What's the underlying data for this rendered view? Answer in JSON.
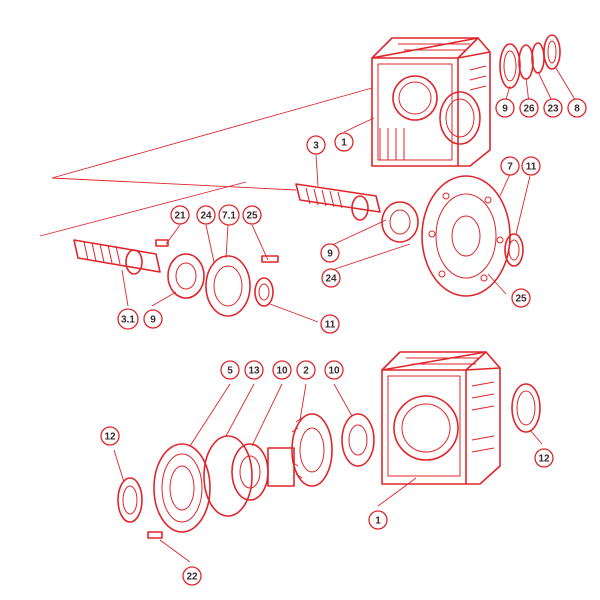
{
  "diagram": {
    "accent_color": "#e0262b",
    "callouts": [
      {
        "id": "c-9-top",
        "label": "9"
      },
      {
        "id": "c-26",
        "label": "26"
      },
      {
        "id": "c-23",
        "label": "23"
      },
      {
        "id": "c-8",
        "label": "8"
      },
      {
        "id": "c-1-top",
        "label": "1"
      },
      {
        "id": "c-3",
        "label": "3"
      },
      {
        "id": "c-7",
        "label": "7"
      },
      {
        "id": "c-11-top",
        "label": "11"
      },
      {
        "id": "c-21",
        "label": "21"
      },
      {
        "id": "c-24-top",
        "label": "24"
      },
      {
        "id": "c-7-1",
        "label": "7.1"
      },
      {
        "id": "c-25-top",
        "label": "25"
      },
      {
        "id": "c-9-mid",
        "label": "9"
      },
      {
        "id": "c-24-mid",
        "label": "24"
      },
      {
        "id": "c-25-right",
        "label": "25"
      },
      {
        "id": "c-3-1",
        "label": "3.1"
      },
      {
        "id": "c-9-left",
        "label": "9"
      },
      {
        "id": "c-11-mid",
        "label": "11"
      },
      {
        "id": "c-5",
        "label": "5"
      },
      {
        "id": "c-13",
        "label": "13"
      },
      {
        "id": "c-10-a",
        "label": "10"
      },
      {
        "id": "c-2",
        "label": "2"
      },
      {
        "id": "c-10-b",
        "label": "10"
      },
      {
        "id": "c-12-left",
        "label": "12"
      },
      {
        "id": "c-12-right",
        "label": "12"
      },
      {
        "id": "c-1-bottom",
        "label": "1"
      },
      {
        "id": "c-22",
        "label": "22"
      }
    ]
  }
}
